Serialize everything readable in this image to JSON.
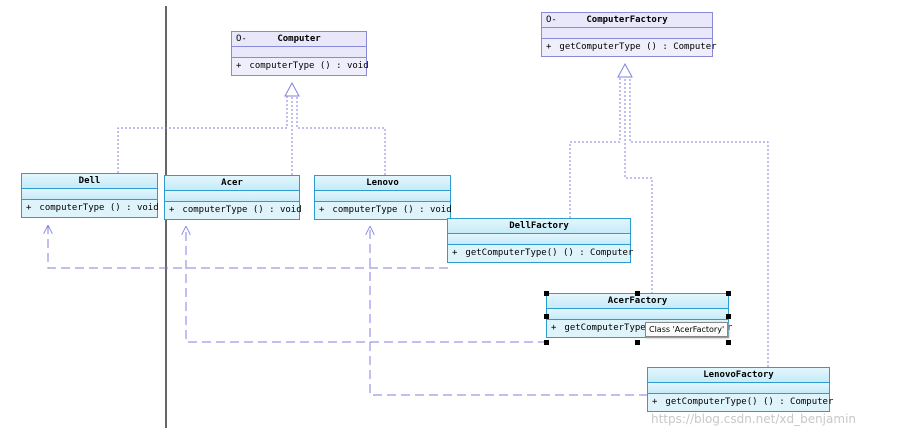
{
  "diagram": {
    "interfaces": [
      {
        "name": "Computer",
        "marker": "O-",
        "operation": "computerType ()  : void",
        "visibility": "+"
      },
      {
        "name": "ComputerFactory",
        "marker": "O-",
        "operation": "getComputerType ()  : Computer",
        "visibility": "+"
      }
    ],
    "classes": [
      {
        "name": "Dell",
        "operation": "computerType ()  : void",
        "visibility": "+"
      },
      {
        "name": "Acer",
        "operation": "computerType ()  : void",
        "visibility": "+"
      },
      {
        "name": "Lenovo",
        "operation": "computerType ()  : void",
        "visibility": "+"
      },
      {
        "name": "DellFactory",
        "operation": "getComputerType() ()  : Computer",
        "visibility": "+"
      },
      {
        "name": "AcerFactory",
        "operation": "getComputerType() ()  : Computer",
        "visibility": "+"
      },
      {
        "name": "LenovoFactory",
        "operation": "getComputerType() ()  : Computer",
        "visibility": "+"
      }
    ],
    "realizations": [
      {
        "from": "Dell",
        "to": "Computer"
      },
      {
        "from": "Acer",
        "to": "Computer"
      },
      {
        "from": "Lenovo",
        "to": "Computer"
      },
      {
        "from": "DellFactory",
        "to": "ComputerFactory"
      },
      {
        "from": "AcerFactory",
        "to": "ComputerFactory"
      },
      {
        "from": "LenovoFactory",
        "to": "ComputerFactory"
      }
    ],
    "dependencies": [
      {
        "from": "DellFactory",
        "to": "Dell"
      },
      {
        "from": "AcerFactory",
        "to": "Acer"
      },
      {
        "from": "LenovoFactory",
        "to": "Lenovo"
      }
    ],
    "selected": "AcerFactory",
    "tooltip": "Class 'AcerFactory'",
    "colors": {
      "interface_border": "#8a8ad8",
      "class_border": "#2e9ccf",
      "connector": "#8080e0"
    }
  },
  "watermark": "https://blog.csdn.net/xd_benjamin"
}
